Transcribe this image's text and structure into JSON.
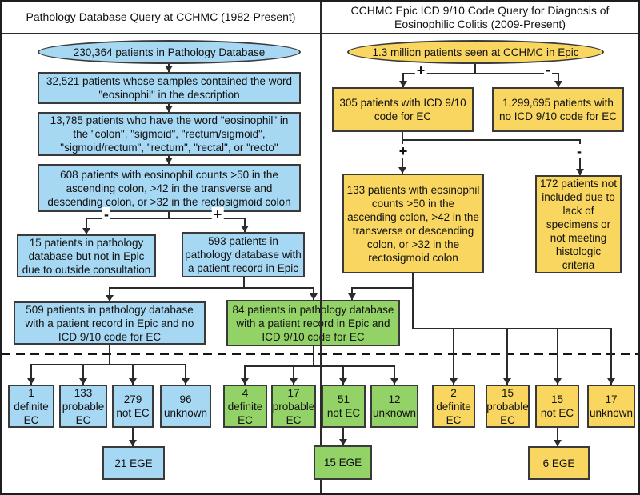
{
  "colors": {
    "blue": "#a6d8f3",
    "yellow": "#f9d65f",
    "green": "#93d266",
    "line": "#2b2b2b"
  },
  "headers": {
    "left": "Pathology Database Query at CCHMC (1982-Present)",
    "right": "CCHMC Epic ICD 9/10 Code Query for Diagnosis of\nEosinophilic Colitis (2009-Present)"
  },
  "signs": {
    "plus": "+",
    "minus": "-"
  },
  "nodes": {
    "path_total": "230,364 patients in Pathology Database",
    "path_word": "32,521 patients whose samples contained the word\n\"eosinophil\" in the description",
    "path_sites": "13,785 patients who have the word \"eosinophil\" in\nthe \"colon\", \"sigmoid\", \"rectum/sigmoid\",\n\"sigmoid/rectum\", \"rectum\", \"rectal\", or \"recto\"",
    "path_counts": "608 patients with eosinophil counts >50 in the\nascending colon, >42 in the transverse and\ndescending colon, or >32 in the rectosigmoid colon",
    "path_not_epic": "15 patients in pathology\ndatabase but not in Epic\ndue to outside consultation",
    "path_epic": "593 patients in\npathology database with\na patient record in Epic",
    "path_no_icd": "509 patients in pathology database\nwith a patient record in Epic and no\nICD 9/10 code for EC",
    "both_icd": "84 patients in pathology database\nwith a patient record in Epic and\nICD 9/10 code for EC",
    "epic_total": "1.3 million patients seen at CCHMC in Epic",
    "epic_icd": "305 patients with ICD 9/10\ncode for EC",
    "epic_no_icd": "1,299,695 patients with\nno ICD 9/10 code for EC",
    "epic_counts": "133 patients with eosinophil\ncounts >50 in the\nascending colon, >42 in the\ntransverse or descending\ncolon, or >32 in the\nrectosigmoid colon",
    "epic_excluded": "172 patients not\nincluded due to\nlack of\nspecimens or\nnot meeting\nhistologic\ncriteria",
    "path_definite": "1\ndefinite\nEC",
    "path_probable": "133\nprobable\nEC",
    "path_notec": "279\nnot EC",
    "path_unknown": "96\nunknown",
    "path_ege": "21 EGE",
    "both_definite": "4\ndefinite\nEC",
    "both_probable": "17\nprobable\nEC",
    "both_notec": "51\nnot EC",
    "both_unknown": "12\nunknown",
    "both_ege": "15 EGE",
    "icd_definite": "2\ndefinite\nEC",
    "icd_probable": "15\nprobable\nEC",
    "icd_notec": "15\nnot EC",
    "icd_unknown": "17\nunknown",
    "icd_ege": "6 EGE"
  }
}
